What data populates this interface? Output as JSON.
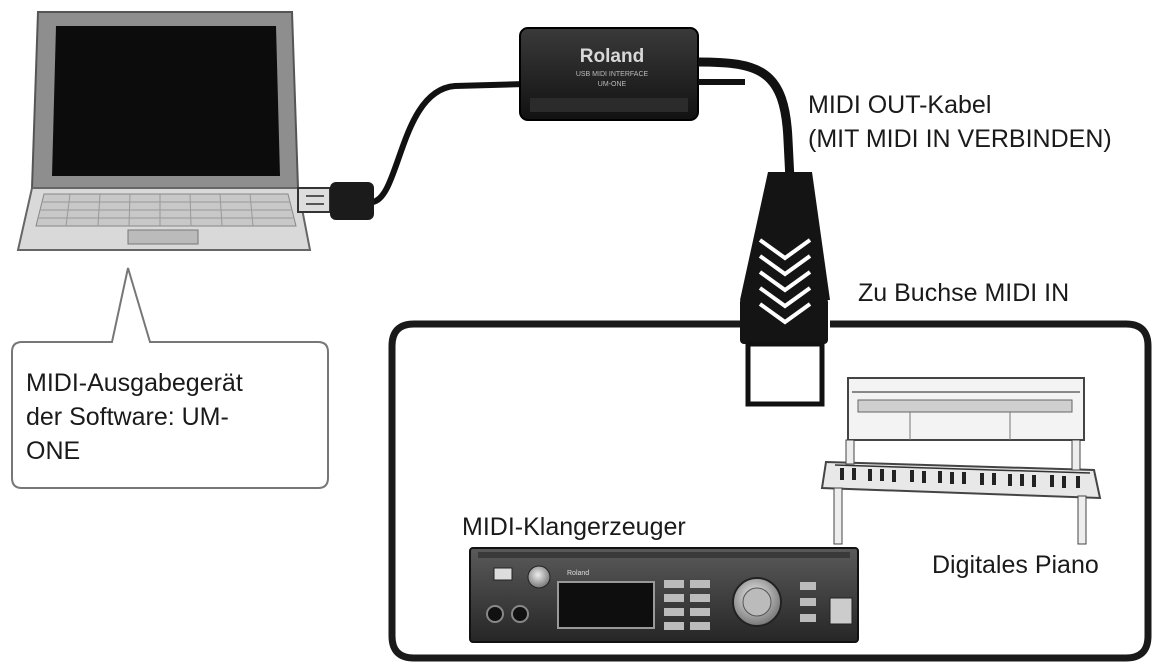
{
  "labels": {
    "cable_line1": "MIDI OUT-Kabel",
    "cable_line2": "(MIT MIDI IN VERBINDEN)",
    "jack": "Zu Buchse MIDI IN",
    "software_device": "MIDI-Ausgabegerät\nder Software: UM-\nONE",
    "sound_module": "MIDI-Klangerzeuger",
    "digital_piano": "Digitales Piano"
  },
  "interface_box": {
    "brand": "Roland",
    "line1": "USB MIDI INTERFACE",
    "line2": "UM-ONE"
  },
  "sound_module_brand": "Roland"
}
